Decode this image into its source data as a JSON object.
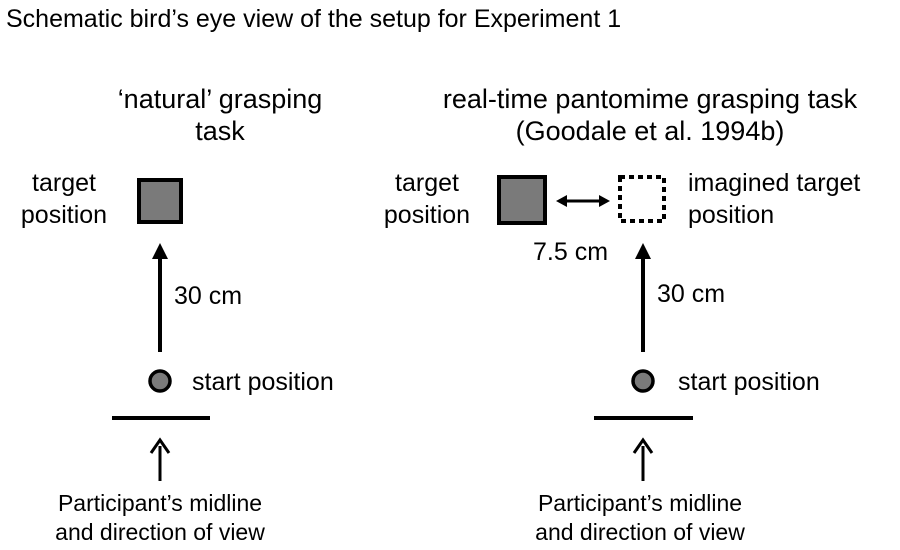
{
  "title": "Schematic bird’s eye view of the setup for Experiment 1",
  "colors": {
    "box_fill": "#7a7a7a",
    "stroke": "#000000",
    "background": "#ffffff"
  },
  "left_panel": {
    "heading_line1": "‘natural’ grasping",
    "heading_line2": "task",
    "target_label_line1": "target",
    "target_label_line2": "position",
    "distance_label": "30 cm",
    "start_label": "start position",
    "midline_line1": "Participant’s midline",
    "midline_line2": "and direction of view"
  },
  "right_panel": {
    "heading_line1": "real-time pantomime grasping task",
    "heading_line2": "(Goodale et al. 1994b)",
    "target_label_line1": "target",
    "target_label_line2": "position",
    "imagined_label_line1": "imagined target",
    "imagined_label_line2": "position",
    "offset_label": "7.5 cm",
    "distance_label": "30 cm",
    "start_label": "start position",
    "midline_line1": "Participant’s midline",
    "midline_line2": "and direction of view"
  }
}
